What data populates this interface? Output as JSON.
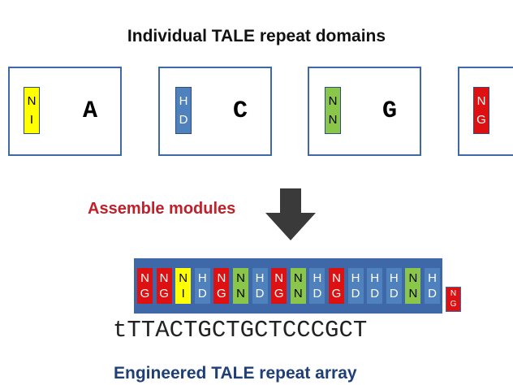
{
  "title": "Individual TALE repeat domains",
  "domains": [
    {
      "rvd": [
        "N",
        "I"
      ],
      "base": "A",
      "color": "#ffff00",
      "text_color": "#000000"
    },
    {
      "rvd": [
        "H",
        "D"
      ],
      "base": "C",
      "color": "#4f81bd",
      "text_color": "#ffffff"
    },
    {
      "rvd": [
        "N",
        "N"
      ],
      "base": "G",
      "color": "#8ac64a",
      "text_color": "#000000"
    },
    {
      "rvd": [
        "N",
        "G"
      ],
      "base": "",
      "color": "#dd1111",
      "text_color": "#ffffff"
    }
  ],
  "assemble_label": "Assemble modules",
  "array": {
    "cells": [
      {
        "rvd": [
          "N",
          "G"
        ],
        "color": "#dd1111",
        "text_color": "#ffffff"
      },
      {
        "rvd": [
          "N",
          "G"
        ],
        "color": "#dd1111",
        "text_color": "#ffffff"
      },
      {
        "rvd": [
          "N",
          "I"
        ],
        "color": "#ffff00",
        "text_color": "#000000"
      },
      {
        "rvd": [
          "H",
          "D"
        ],
        "color": "#4f81bd",
        "text_color": "#ffffff"
      },
      {
        "rvd": [
          "N",
          "G"
        ],
        "color": "#dd1111",
        "text_color": "#ffffff"
      },
      {
        "rvd": [
          "N",
          "N"
        ],
        "color": "#8ac64a",
        "text_color": "#000000"
      },
      {
        "rvd": [
          "H",
          "D"
        ],
        "color": "#4f81bd",
        "text_color": "#ffffff"
      },
      {
        "rvd": [
          "N",
          "G"
        ],
        "color": "#dd1111",
        "text_color": "#ffffff"
      },
      {
        "rvd": [
          "N",
          "N"
        ],
        "color": "#8ac64a",
        "text_color": "#000000"
      },
      {
        "rvd": [
          "H",
          "D"
        ],
        "color": "#4f81bd",
        "text_color": "#ffffff"
      },
      {
        "rvd": [
          "N",
          "G"
        ],
        "color": "#dd1111",
        "text_color": "#ffffff"
      },
      {
        "rvd": [
          "H",
          "D"
        ],
        "color": "#4f81bd",
        "text_color": "#ffffff"
      },
      {
        "rvd": [
          "H",
          "D"
        ],
        "color": "#4f81bd",
        "text_color": "#ffffff"
      },
      {
        "rvd": [
          "H",
          "D"
        ],
        "color": "#4f81bd",
        "text_color": "#ffffff"
      },
      {
        "rvd": [
          "N",
          "N"
        ],
        "color": "#8ac64a",
        "text_color": "#000000"
      },
      {
        "rvd": [
          "H",
          "D"
        ],
        "color": "#4f81bd",
        "text_color": "#ffffff"
      }
    ],
    "half_repeat": {
      "rvd": [
        "N",
        "G"
      ],
      "color": "#dd1111"
    }
  },
  "sequence": "tTTACTGCTGCTCCCGCT",
  "footer": "Engineered TALE repeat array"
}
